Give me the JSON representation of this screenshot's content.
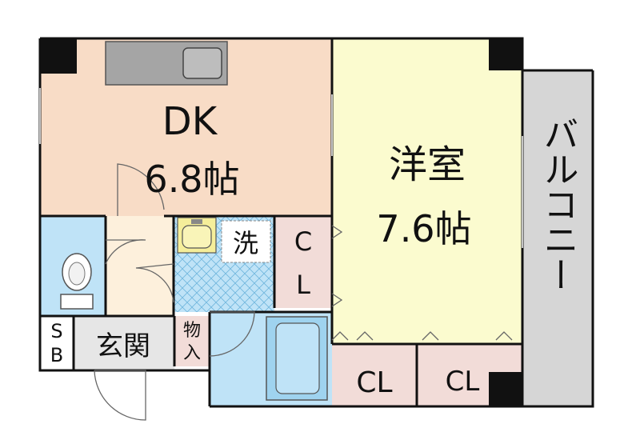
{
  "rooms": {
    "dk": {
      "name": "DK",
      "size": "6.8帖"
    },
    "western": {
      "name": "洋室",
      "size": "7.6帖"
    },
    "balcony": {
      "name": "バルコニー"
    },
    "closet_side": {
      "line1": "C",
      "line2": "L"
    },
    "closet_bottom_left": {
      "name": "CL"
    },
    "closet_bottom_right": {
      "name": "CL"
    },
    "shoe_box": {
      "line1": "S",
      "line2": "B"
    },
    "entrance": {
      "name": "玄関"
    },
    "storage": {
      "line1": "物",
      "line2": "入"
    },
    "washer": {
      "name": "洗"
    }
  },
  "colors": {
    "dk": "#f8dcc6",
    "western": "#fbfbcf",
    "balcony": "#d6d6d6",
    "wet": "#bfe3f7",
    "closet": "#f2dcd8",
    "hall": "#fdf0dc",
    "entrance": "#e6e6e6",
    "wall": "#111111"
  }
}
